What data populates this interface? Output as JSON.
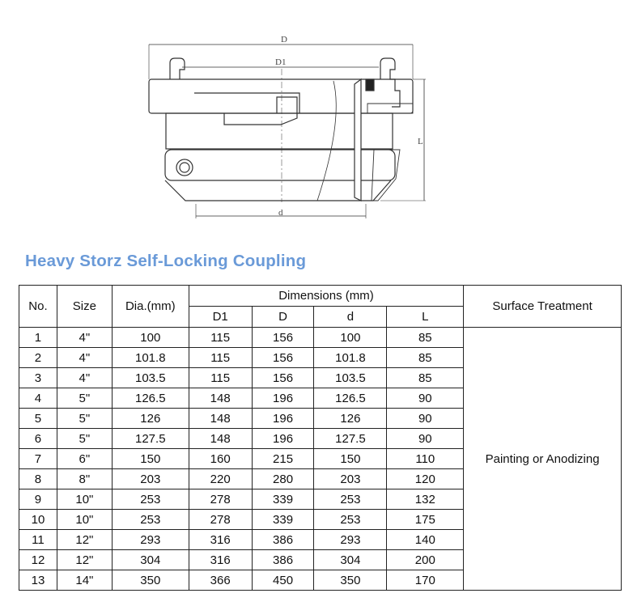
{
  "drawing": {
    "labels": {
      "D": "D",
      "D1": "D1",
      "d": "d",
      "L": "L"
    }
  },
  "title": "Heavy Storz Self-Locking Coupling",
  "table": {
    "headers": {
      "no": "No.",
      "size": "Size",
      "dia": "Dia.(mm)",
      "dimensions": "Dimensions (mm)",
      "d1": "D1",
      "D": "D",
      "d": "d",
      "L": "L",
      "surface": "Surface Treatment"
    },
    "surface_treatment": "Painting or Anodizing",
    "rows": [
      [
        "1",
        "4\"",
        "100",
        "115",
        "156",
        "100",
        "85"
      ],
      [
        "2",
        "4\"",
        "101.8",
        "115",
        "156",
        "101.8",
        "85"
      ],
      [
        "3",
        "4\"",
        "103.5",
        "115",
        "156",
        "103.5",
        "85"
      ],
      [
        "4",
        "5\"",
        "126.5",
        "148",
        "196",
        "126.5",
        "90"
      ],
      [
        "5",
        "5\"",
        "126",
        "148",
        "196",
        "126",
        "90"
      ],
      [
        "6",
        "5\"",
        "127.5",
        "148",
        "196",
        "127.5",
        "90"
      ],
      [
        "7",
        "6\"",
        "150",
        "160",
        "215",
        "150",
        "110"
      ],
      [
        "8",
        "8\"",
        "203",
        "220",
        "280",
        "203",
        "120"
      ],
      [
        "9",
        "10\"",
        "253",
        "278",
        "339",
        "253",
        "132"
      ],
      [
        "10",
        "10\"",
        "253",
        "278",
        "339",
        "253",
        "175"
      ],
      [
        "11",
        "12\"",
        "293",
        "316",
        "386",
        "293",
        "140"
      ],
      [
        "12",
        "12\"",
        "304",
        "316",
        "386",
        "304",
        "200"
      ],
      [
        "13",
        "14\"",
        "350",
        "366",
        "450",
        "350",
        "170"
      ]
    ]
  }
}
